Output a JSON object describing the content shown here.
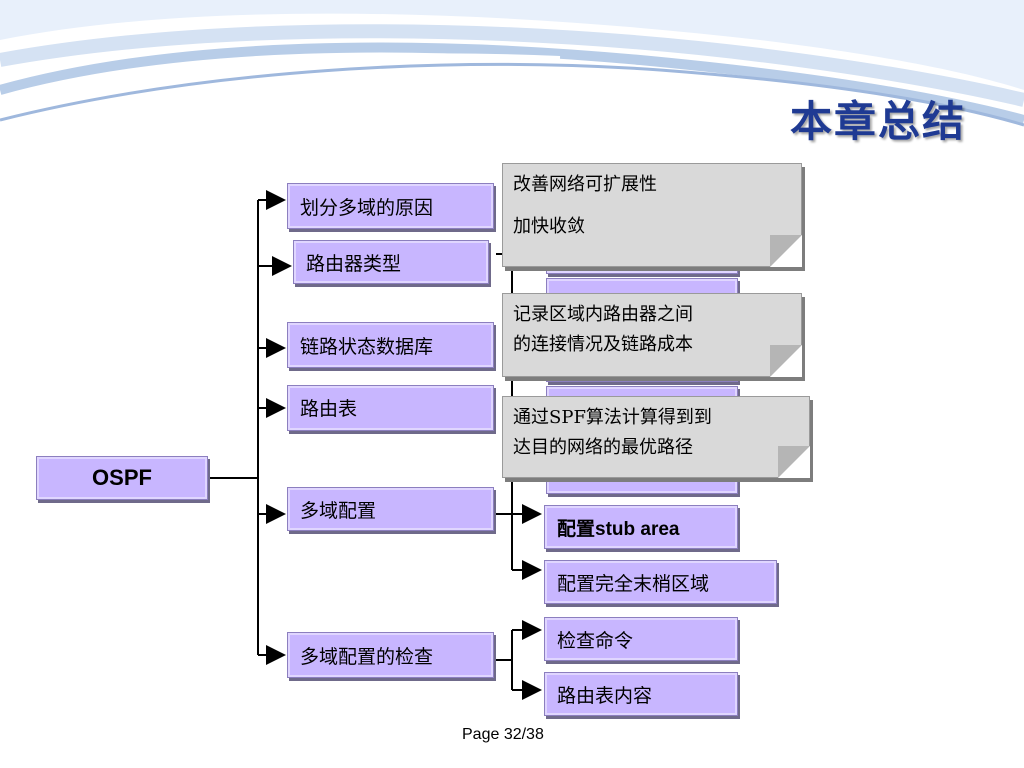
{
  "title": "本章总结",
  "root": "OSPF",
  "branches": [
    "划分多域的原因",
    "路由器类型",
    "链路状态数据库",
    "路由表",
    "多域配置",
    "多域配置的检查"
  ],
  "children": {
    "multi_area_config": [
      "配置stub area",
      "配置完全末梢区域"
    ],
    "multi_area_check": [
      "检查命令",
      "路由表内容"
    ]
  },
  "callouts": {
    "reasons": [
      "改善网络可扩展性",
      "加快收敛"
    ],
    "lsdb": [
      "记录区域内路由器之间",
      "的连接情况及链路成本"
    ],
    "routing_table": [
      "通过SPF算法计算得到到",
      "达目的网络的最优路径"
    ]
  },
  "page_label": "Page 32/38",
  "colors": {
    "box_fill": "#c8b6ff",
    "callout_fill": "#d9d9d9",
    "title": "#1f3a93"
  }
}
